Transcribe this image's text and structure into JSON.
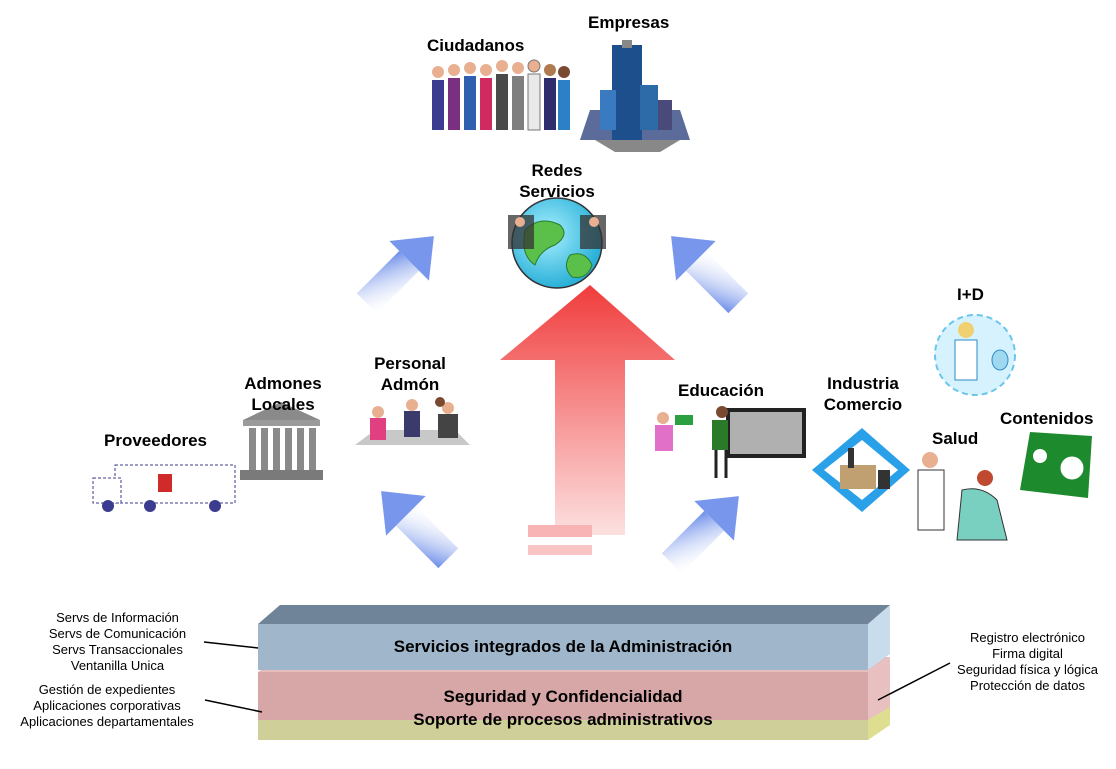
{
  "labels": {
    "ciudadanos": "Ciudadanos",
    "empresas": "Empresas",
    "redes_1": "Redes",
    "redes_2": "Servicios",
    "id": "I+D",
    "personal_1": "Personal",
    "personal_2": "Admón",
    "admones_1": "Admones",
    "admones_2": "Locales",
    "proveedores": "Proveedores",
    "educacion": "Educación",
    "industria_1": "Industria",
    "industria_2": "Comercio",
    "contenidos": "Contenidos",
    "salud": "Salud"
  },
  "layers": [
    {
      "label": "Servicios integrados de la Administración",
      "color": "#9fb6cb"
    },
    {
      "label": "Seguridad y Confidencialidad",
      "color": "#d7a6a6"
    },
    {
      "label": "Soporte de procesos administrativos",
      "color": "#cfcf9a"
    }
  ],
  "left_notes_top": [
    "Servs de Información",
    "Servs de Comunicación",
    "Servs Transaccionales",
    "Ventanilla Unica"
  ],
  "left_notes_bottom": [
    "Gestión de expedientes",
    "Aplicaciones corporativas",
    "Aplicaciones departamentales"
  ],
  "right_notes": [
    "Registro electrónico",
    "Firma digital",
    "Seguridad física y lógica",
    "Protección de datos"
  ],
  "colors": {
    "blue_arrow": "#6f8fe8",
    "red_arrow": "#f25050"
  }
}
